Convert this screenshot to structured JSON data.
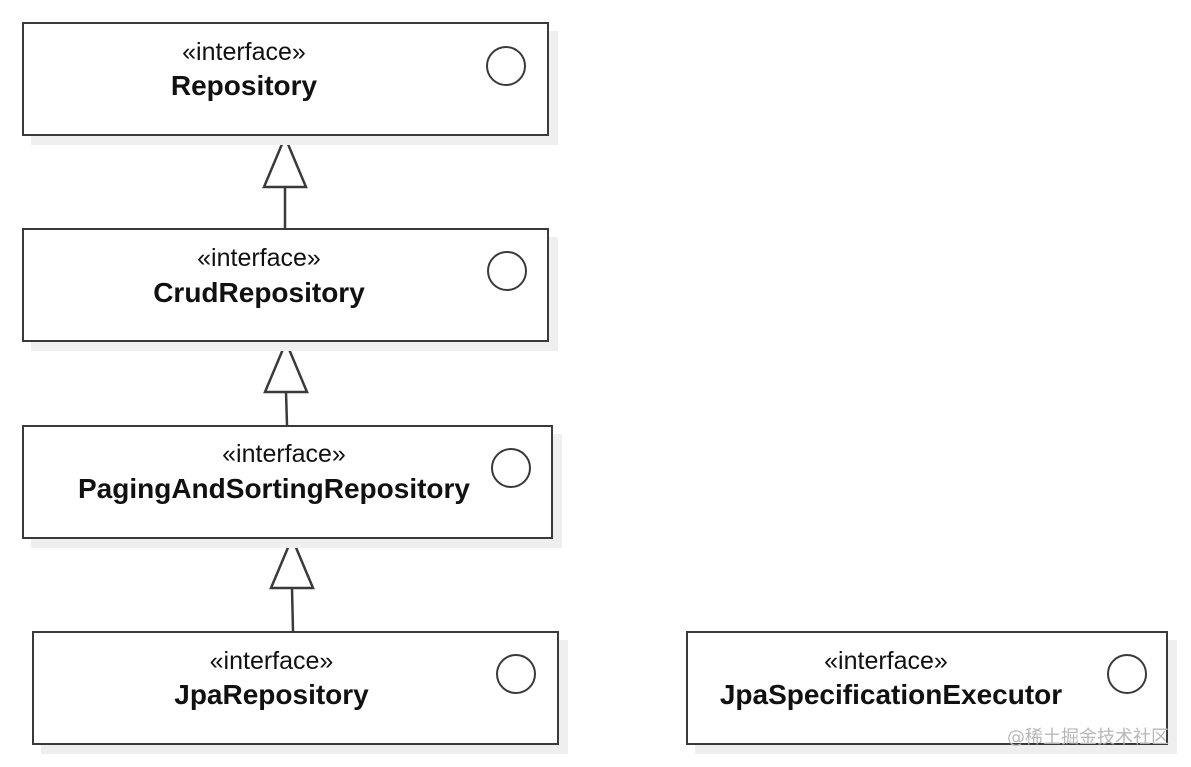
{
  "diagram": {
    "interfaces": [
      {
        "id": "repository",
        "stereotype": "«interface»",
        "name": "Repository"
      },
      {
        "id": "crud_repository",
        "stereotype": "«interface»",
        "name": "CrudRepository"
      },
      {
        "id": "paging_and_sorting_repository",
        "stereotype": "«interface»",
        "name": "PagingAndSortingRepository"
      },
      {
        "id": "jpa_repository",
        "stereotype": "«interface»",
        "name": "JpaRepository"
      },
      {
        "id": "jpa_specification_executor",
        "stereotype": "«interface»",
        "name": "JpaSpecificationExecutor"
      }
    ],
    "relations": [
      {
        "type": "generalization",
        "from": "crud_repository",
        "to": "repository"
      },
      {
        "type": "generalization",
        "from": "paging_and_sorting_repository",
        "to": "crud_repository"
      },
      {
        "type": "generalization",
        "from": "jpa_repository",
        "to": "paging_and_sorting_repository"
      }
    ]
  },
  "watermark": "@稀土掘金技术社区"
}
